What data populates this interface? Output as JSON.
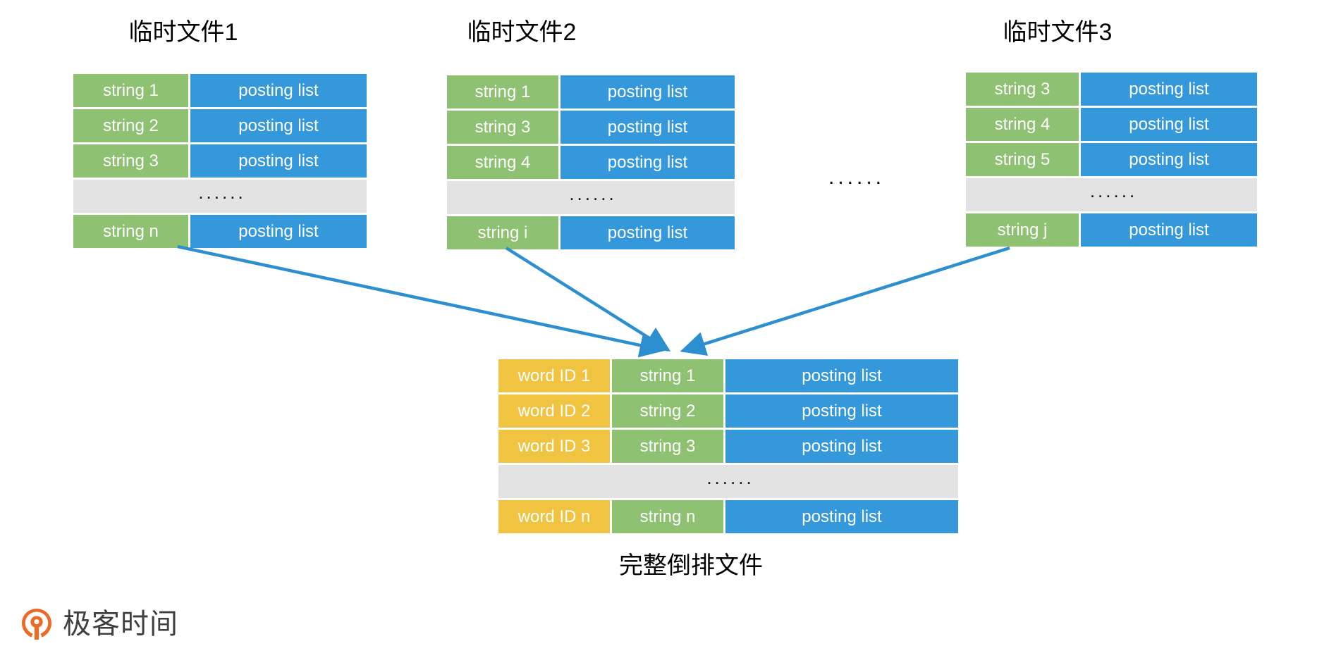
{
  "colors": {
    "green": "#8fc173",
    "blue": "#3498db",
    "orange": "#f0c341",
    "grey": "#e3e3e3",
    "arrow": "#2e8fd0",
    "logo_orange": "#ea6a26",
    "logo_text": "#3f3f3f"
  },
  "ellipsis": "......",
  "gap_ellipsis": "......",
  "temp_files": [
    {
      "title": "临时文件1",
      "columns": [
        "string",
        "posting list"
      ],
      "rows": [
        {
          "key": "string 1",
          "value": "posting list"
        },
        {
          "key": "string 2",
          "value": "posting list"
        },
        {
          "key": "string 3",
          "value": "posting list"
        },
        {
          "key": "......",
          "value": "",
          "is_ellipsis": true
        },
        {
          "key": "string n",
          "value": "posting list"
        }
      ]
    },
    {
      "title": "临时文件2",
      "columns": [
        "string",
        "posting list"
      ],
      "rows": [
        {
          "key": "string 1",
          "value": "posting list"
        },
        {
          "key": "string 3",
          "value": "posting list"
        },
        {
          "key": "string 4",
          "value": "posting list"
        },
        {
          "key": "......",
          "value": "",
          "is_ellipsis": true
        },
        {
          "key": "string i",
          "value": "posting list"
        }
      ]
    },
    {
      "title": "临时文件3",
      "columns": [
        "string",
        "posting list"
      ],
      "rows": [
        {
          "key": "string 3",
          "value": "posting list"
        },
        {
          "key": "string 4",
          "value": "posting list"
        },
        {
          "key": "string 5",
          "value": "posting list"
        },
        {
          "key": "......",
          "value": "",
          "is_ellipsis": true
        },
        {
          "key": "string j",
          "value": "posting list"
        }
      ]
    }
  ],
  "merged_file": {
    "caption": "完整倒排文件",
    "columns": [
      "word ID",
      "string",
      "posting list"
    ],
    "rows": [
      {
        "id": "word ID 1",
        "key": "string 1",
        "value": "posting list"
      },
      {
        "id": "word ID 2",
        "key": "string 2",
        "value": "posting list"
      },
      {
        "id": "word ID 3",
        "key": "string 3",
        "value": "posting list"
      },
      {
        "id": "......",
        "key": "",
        "value": "",
        "is_ellipsis": true
      },
      {
        "id": "word ID n",
        "key": "string n",
        "value": "posting list"
      }
    ]
  },
  "arrows": [
    {
      "from": "临时文件1",
      "to": "完整倒排文件"
    },
    {
      "from": "临时文件2",
      "to": "完整倒排文件"
    },
    {
      "from": "临时文件3",
      "to": "完整倒排文件"
    }
  ],
  "logo": {
    "text": "极客时间",
    "mark": "geektime-logo-icon"
  }
}
